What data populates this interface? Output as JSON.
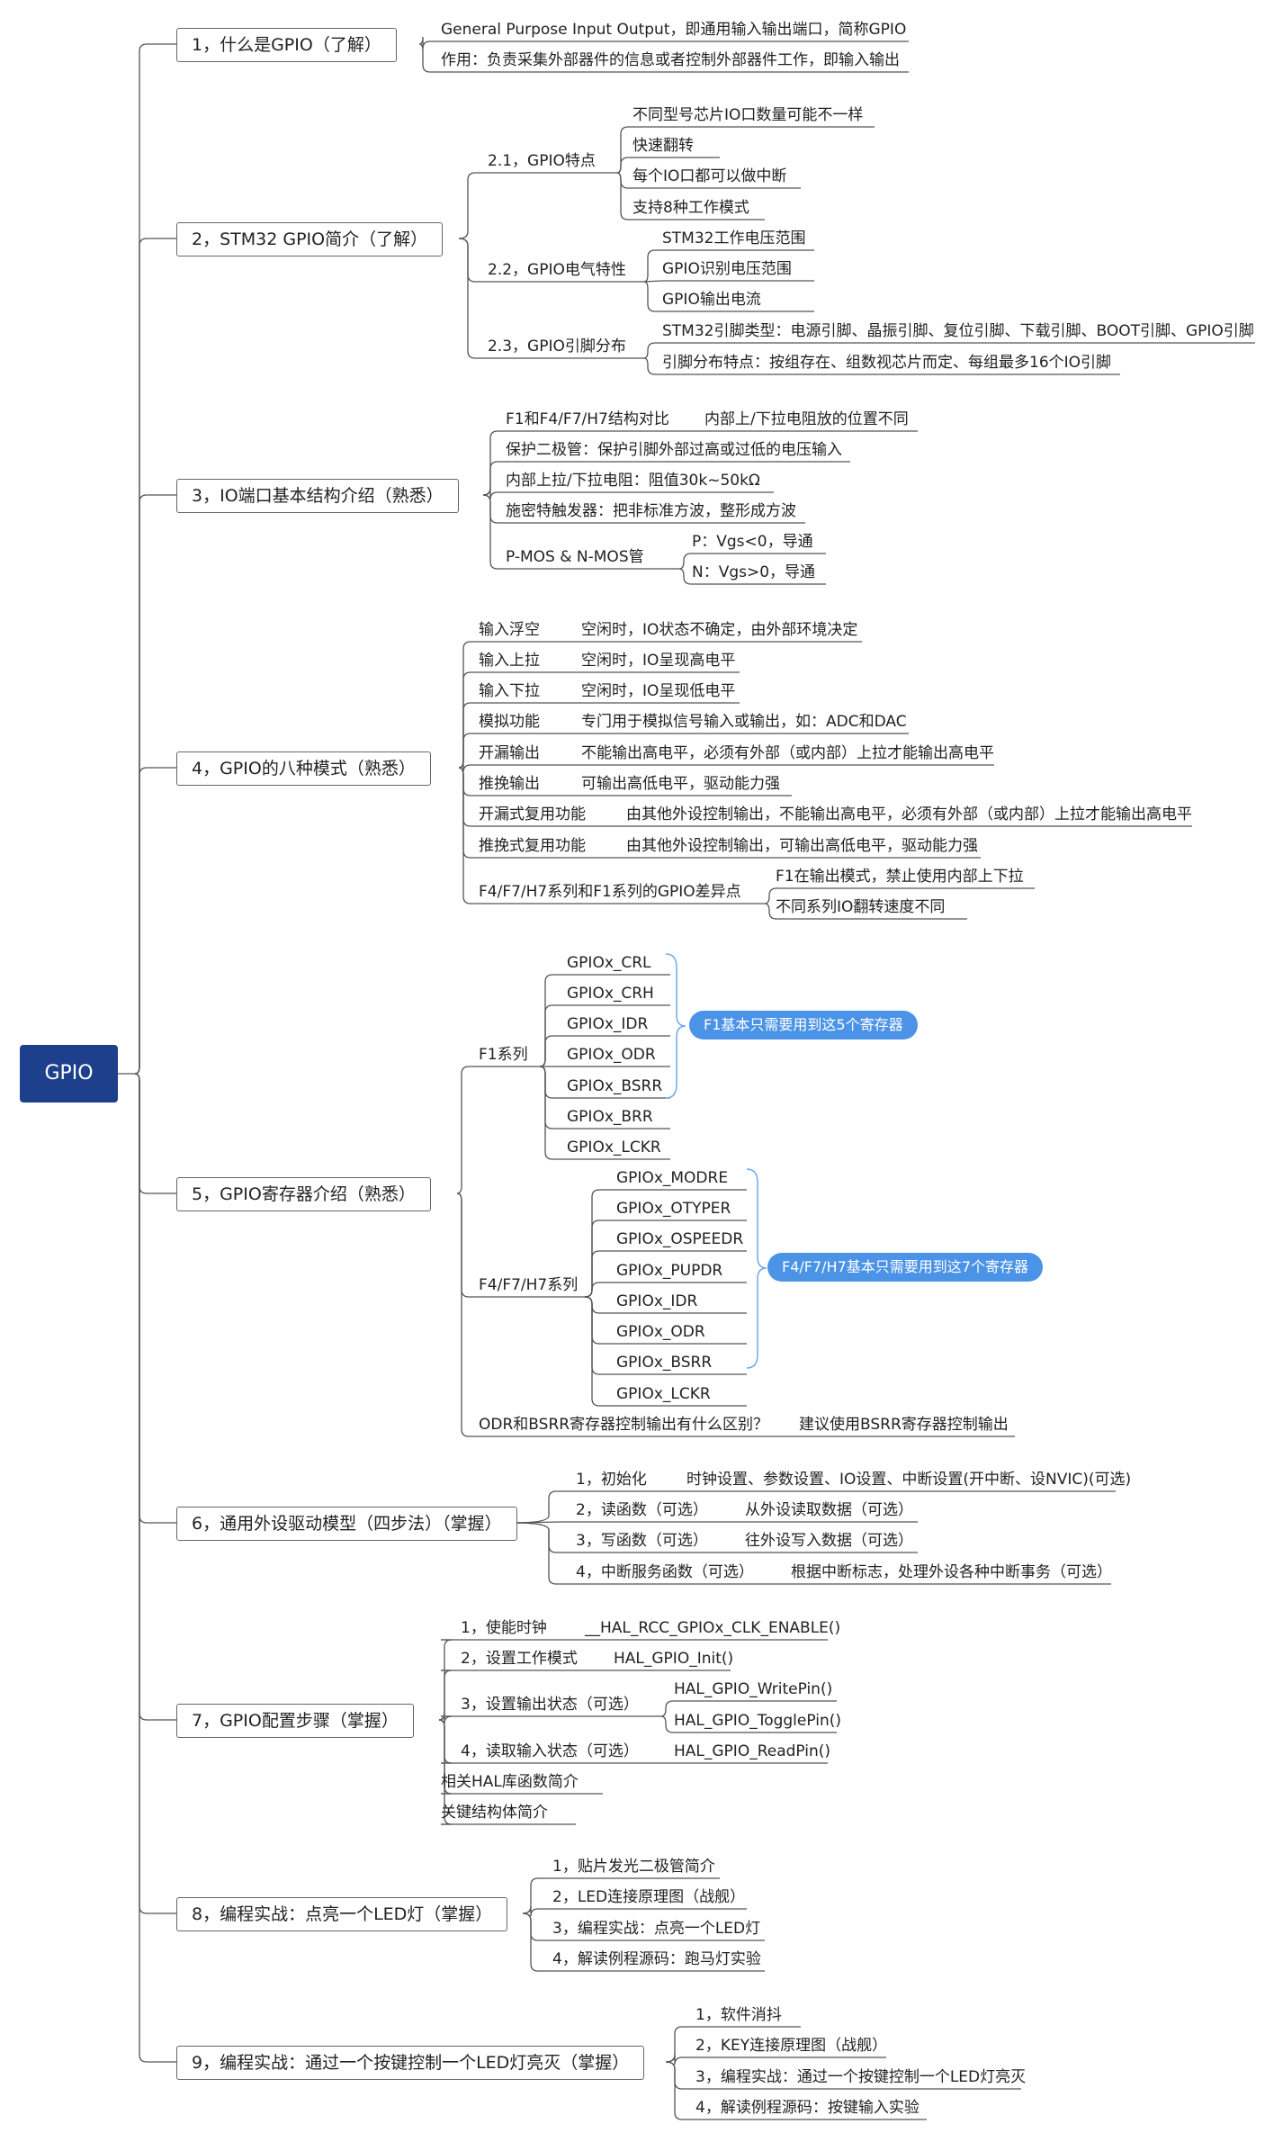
{
  "root": "GPIO",
  "branches": {
    "b1": {
      "label": "1，什么是GPIO（了解）",
      "leaves": [
        "General Purpose Input Output，即通用输入输出端口，简称GPIO",
        "作用：负责采集外部器件的信息或者控制外部器件工作，即输入输出"
      ]
    },
    "b2": {
      "label": "2，STM32 GPIO简介（了解）",
      "s1": {
        "label": "2.1，GPIO特点",
        "items": [
          "不同型号芯片IO口数量可能不一样",
          "快速翻转",
          "每个IO口都可以做中断",
          "支持8种工作模式"
        ]
      },
      "s2": {
        "label": "2.2，GPIO电气特性",
        "items": [
          "STM32工作电压范围",
          "GPIO识别电压范围",
          "GPIO输出电流"
        ]
      },
      "s3": {
        "label": "2.3，GPIO引脚分布",
        "items": [
          "STM32引脚类型：电源引脚、晶振引脚、复位引脚、下载引脚、BOOT引脚、GPIO引脚",
          "引脚分布特点：按组存在、组数视芯片而定、每组最多16个IO引脚"
        ]
      }
    },
    "b3": {
      "label": "3，IO端口基本结构介绍（熟悉）",
      "items": [
        {
          "text": "F1和F4/F7/H7结构对比",
          "detail": "内部上/下拉电阻放的位置不同"
        },
        {
          "text": "保护二极管：保护引脚外部过高或过低的电压输入"
        },
        {
          "text": "内部上拉/下拉电阻：阻值30k~50kΩ"
        },
        {
          "text": "施密特触发器：把非标准方波，整形成方波"
        },
        {
          "text": "P-MOS & N-MOS管",
          "subs": [
            "P：Vgs<0，导通",
            "N：Vgs>0，导通"
          ]
        }
      ]
    },
    "b4": {
      "label": "4，GPIO的八种模式（熟悉）",
      "items": [
        {
          "text": "输入浮空",
          "detail": "空闲时，IO状态不确定，由外部环境决定"
        },
        {
          "text": "输入上拉",
          "detail": "空闲时，IO呈现高电平"
        },
        {
          "text": "输入下拉",
          "detail": "空闲时，IO呈现低电平"
        },
        {
          "text": "模拟功能",
          "detail": "专门用于模拟信号输入或输出，如：ADC和DAC"
        },
        {
          "text": "开漏输出",
          "detail": "不能输出高电平，必须有外部（或内部）上拉才能输出高电平"
        },
        {
          "text": "推挽输出",
          "detail": "可输出高低电平，驱动能力强"
        },
        {
          "text": "开漏式复用功能",
          "detail": "由其他外设控制输出，不能输出高电平，必须有外部（或内部）上拉才能输出高电平"
        },
        {
          "text": "推挽式复用功能",
          "detail": "由其他外设控制输出，可输出高低电平，驱动能力强"
        },
        {
          "text": "F4/F7/H7系列和F1系列的GPIO差异点",
          "subs": [
            "F1在输出模式，禁止使用内部上下拉",
            "不同系列IO翻转速度不同"
          ]
        }
      ]
    },
    "b5": {
      "label": "5，GPIO寄存器介绍（熟悉）",
      "f1": {
        "label": "F1系列",
        "regs": [
          "GPIOx_CRL",
          "GPIOx_CRH",
          "GPIOx_IDR",
          "GPIOx_ODR",
          "GPIOx_BSRR",
          "GPIOx_BRR",
          "GPIOx_LCKR"
        ],
        "note": "F1基本只需要用到这5个寄存器"
      },
      "f4": {
        "label": "F4/F7/H7系列",
        "regs": [
          "GPIOx_MODRE",
          "GPIOx_OTYPER",
          "GPIOx_OSPEEDR",
          "GPIOx_PUPDR",
          "GPIOx_IDR",
          "GPIOx_ODR",
          "GPIOx_BSRR",
          "GPIOx_LCKR"
        ],
        "note": "F4/F7/H7基本只需要用到这7个寄存器"
      },
      "odr": {
        "text": "ODR和BSRR寄存器控制输出有什么区别？",
        "detail": "建议使用BSRR寄存器控制输出"
      }
    },
    "b6": {
      "label": "6，通用外设驱动模型（四步法）（掌握）",
      "items": [
        {
          "text": "1，初始化",
          "detail": "时钟设置、参数设置、IO设置、中断设置(开中断、设NVIC)(可选)"
        },
        {
          "text": "2，读函数（可选）",
          "detail": "从外设读取数据（可选）"
        },
        {
          "text": "3，写函数（可选）",
          "detail": "往外设写入数据（可选）"
        },
        {
          "text": "4，中断服务函数（可选）",
          "detail": "根据中断标志，处理外设各种中断事务（可选）"
        }
      ]
    },
    "b7": {
      "label": "7，GPIO配置步骤（掌握）",
      "items": [
        {
          "text": "1，使能时钟",
          "detail": "__HAL_RCC_GPIOx_CLK_ENABLE()"
        },
        {
          "text": "2，设置工作模式",
          "detail": "HAL_GPIO_Init()"
        },
        {
          "text": "3，设置输出状态（可选）",
          "subs": [
            "HAL_GPIO_WritePin()",
            "HAL_GPIO_TogglePin()"
          ]
        },
        {
          "text": "4，读取输入状态（可选）",
          "detail": "HAL_GPIO_ReadPin()"
        },
        {
          "text": "相关HAL库函数简介"
        },
        {
          "text": "关键结构体简介"
        }
      ]
    },
    "b8": {
      "label": "8，编程实战：点亮一个LED灯（掌握）",
      "items": [
        "1，贴片发光二极管简介",
        "2，LED连接原理图（战舰）",
        "3，编程实战：点亮一个LED灯",
        "4，解读例程源码：跑马灯实验"
      ]
    },
    "b9": {
      "label": "9，编程实战：通过一个按键控制一个LED灯亮灭（掌握）",
      "items": [
        "1，软件消抖",
        "2，KEY连接原理图（战舰）",
        "3，编程实战：通过一个按键控制一个LED灯亮灭",
        "4，解读例程源码：按键输入实验"
      ]
    }
  },
  "colors": {
    "root": "#1d3f8c",
    "note": "#4b93e6",
    "line": "#555555",
    "brace": "#6fa8e8"
  }
}
